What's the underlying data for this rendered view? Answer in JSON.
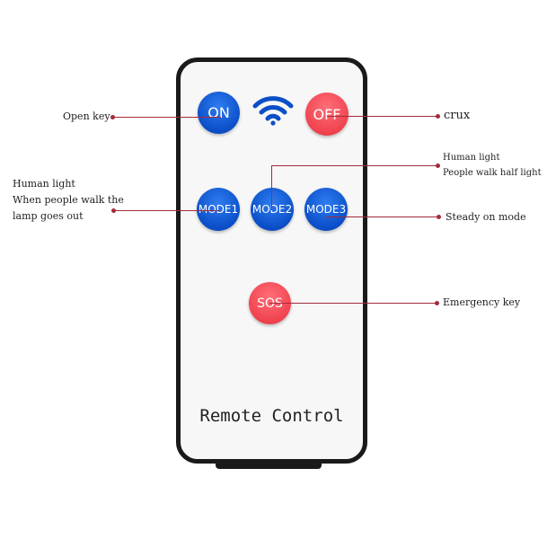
{
  "remote": {
    "title": "Remote Control",
    "buttons": {
      "on": "ON",
      "off": "OFF",
      "mode1": "MODE1",
      "mode2": "MODE2",
      "mode3": "MODE3",
      "sos": "SOS"
    },
    "signal_icon": "wifi-icon"
  },
  "annotations": {
    "open_key": "Open key",
    "crux": "crux",
    "mode1_lines": [
      "Human light",
      "When people walk the",
      "lamp goes out"
    ],
    "mode2_lines": [
      "Human light",
      "People walk half light"
    ],
    "mode3": "Steady on mode",
    "sos": "Emergency key"
  },
  "colors": {
    "blue_button": "#0b4fc8",
    "red_button": "#f0434f",
    "leader_line": "#a32b3c",
    "remote_border": "#1a1a1a"
  }
}
